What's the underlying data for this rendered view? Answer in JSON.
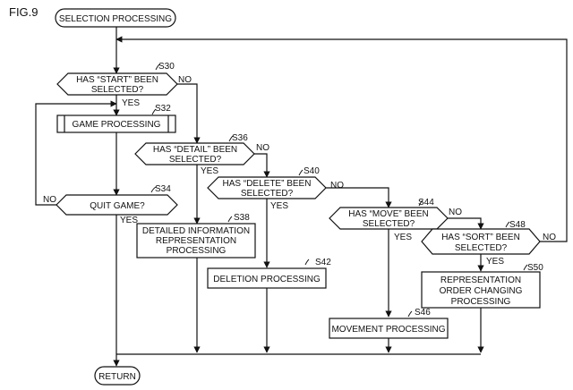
{
  "figure_label": "FIG.9",
  "terminals": {
    "start": "SELECTION PROCESSING",
    "end": "RETURN"
  },
  "steps": {
    "s30": {
      "id": "S30",
      "lines": [
        "HAS “START” BEEN",
        "SELECTED?"
      ],
      "yes": "YES",
      "no": "NO"
    },
    "s32": {
      "id": "S32",
      "lines": [
        "GAME PROCESSING"
      ]
    },
    "s34": {
      "id": "S34",
      "lines": [
        "QUIT GAME?"
      ],
      "yes": "YES",
      "no": "NO"
    },
    "s36": {
      "id": "S36",
      "lines": [
        "HAS “DETAIL” BEEN",
        "SELECTED?"
      ],
      "yes": "YES",
      "no": "NO"
    },
    "s38": {
      "id": "S38",
      "lines": [
        "DETAILED INFORMATION",
        "REPRESENTATION",
        "PROCESSING"
      ]
    },
    "s40": {
      "id": "S40",
      "lines": [
        "HAS “DELETE” BEEN",
        "SELECTED?"
      ],
      "yes": "YES",
      "no": "NO"
    },
    "s42": {
      "id": "S42",
      "lines": [
        "DELETION PROCESSING"
      ]
    },
    "s44": {
      "id": "S44",
      "lines": [
        "HAS “MOVE” BEEN",
        "SELECTED?"
      ],
      "yes": "YES",
      "no": "NO"
    },
    "s46": {
      "id": "S46",
      "lines": [
        "MOVEMENT PROCESSING"
      ]
    },
    "s48": {
      "id": "S48",
      "lines": [
        "HAS “SORT” BEEN",
        "SELECTED?"
      ],
      "yes": "YES",
      "no": "NO"
    },
    "s50": {
      "id": "S50",
      "lines": [
        "REPRESENTATION",
        "ORDER CHANGING",
        "PROCESSING"
      ]
    }
  }
}
